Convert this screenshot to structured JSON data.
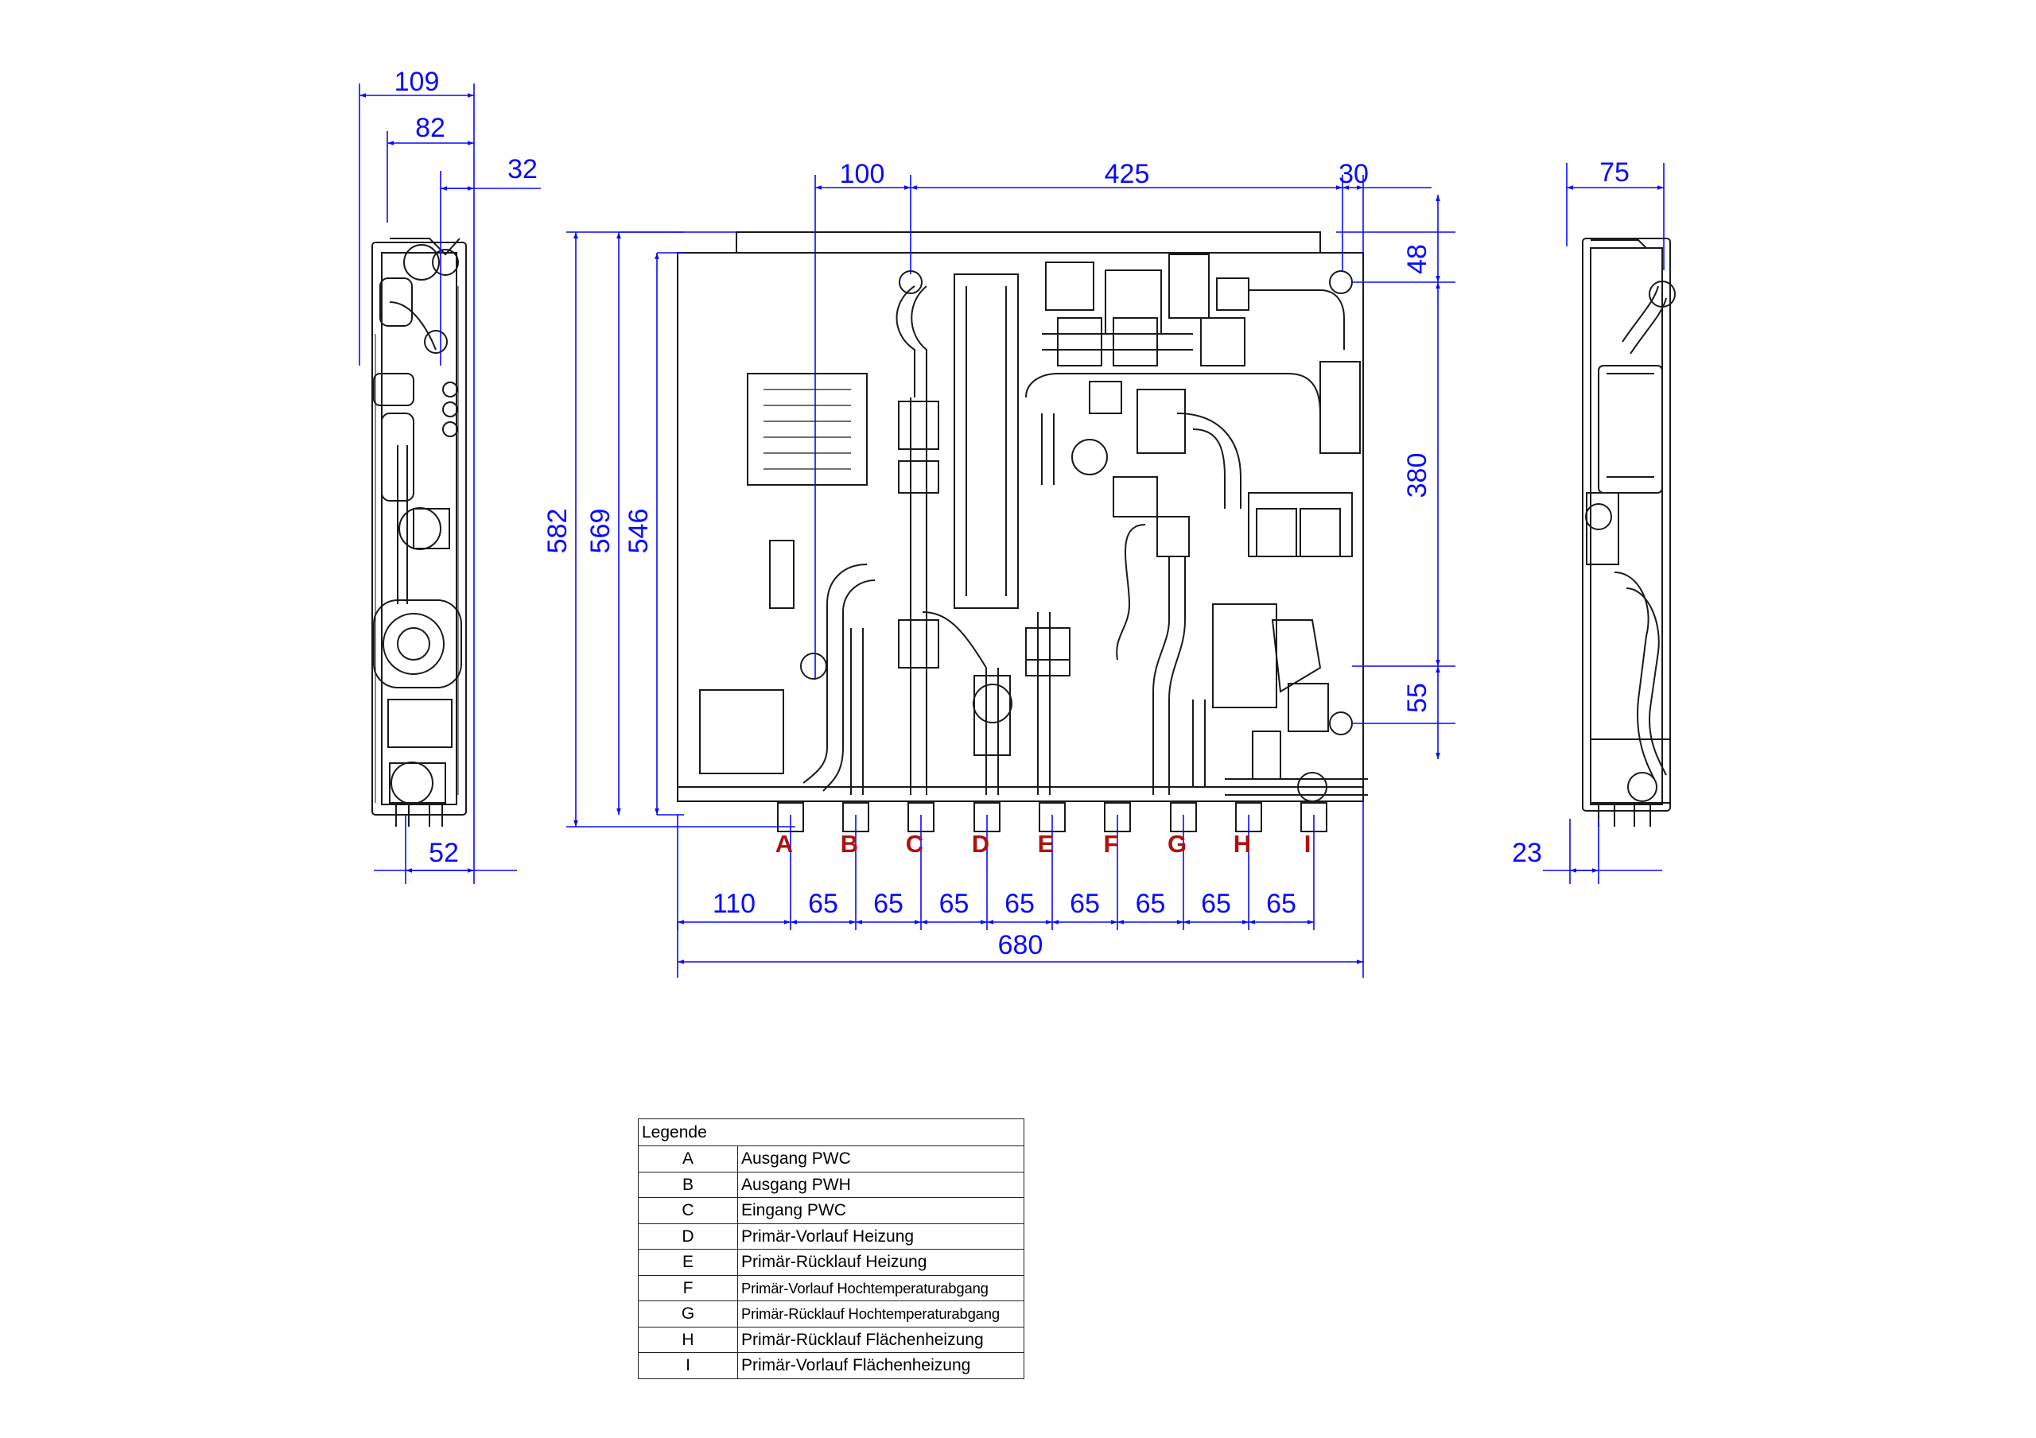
{
  "colors": {
    "dimension": "#0a0aff",
    "connection_label": "#b01010",
    "drawing_line": "#1a1a1a",
    "background": "#ffffff"
  },
  "dimensions": {
    "left_view": {
      "width_total": "109",
      "width_inner": "82",
      "offset_right": "32",
      "bottom_width": "52"
    },
    "front_view": {
      "top_left": "100",
      "top_middle": "425",
      "top_right": "30",
      "right_upper": "48",
      "right_middle": "380",
      "right_lower": "55",
      "height_outer": "582",
      "height_middle": "569",
      "height_inner": "546",
      "bottom_first": "110",
      "bottom_spacings": [
        "65",
        "65",
        "65",
        "65",
        "65",
        "65",
        "65",
        "65"
      ],
      "bottom_total": "680"
    },
    "right_view": {
      "top_width": "75",
      "bottom_offset": "23"
    }
  },
  "connections": [
    "A",
    "B",
    "C",
    "D",
    "E",
    "F",
    "G",
    "H",
    "I"
  ],
  "legend": {
    "title": "Legende",
    "rows": [
      {
        "key": "A",
        "label": "Ausgang PWC"
      },
      {
        "key": "B",
        "label": "Ausgang PWH"
      },
      {
        "key": "C",
        "label": "Eingang PWC"
      },
      {
        "key": "D",
        "label": "Primär-Vorlauf Heizung"
      },
      {
        "key": "E",
        "label": "Primär-Rücklauf Heizung"
      },
      {
        "key": "F",
        "label": "Primär-Vorlauf Hochtemperaturabgang"
      },
      {
        "key": "G",
        "label": "Primär-Rücklauf Hochtemperaturabgang"
      },
      {
        "key": "H",
        "label": "Primär-Rücklauf Flächenheizung"
      },
      {
        "key": "I",
        "label": "Primär-Vorlauf Flächenheizung"
      }
    ]
  }
}
